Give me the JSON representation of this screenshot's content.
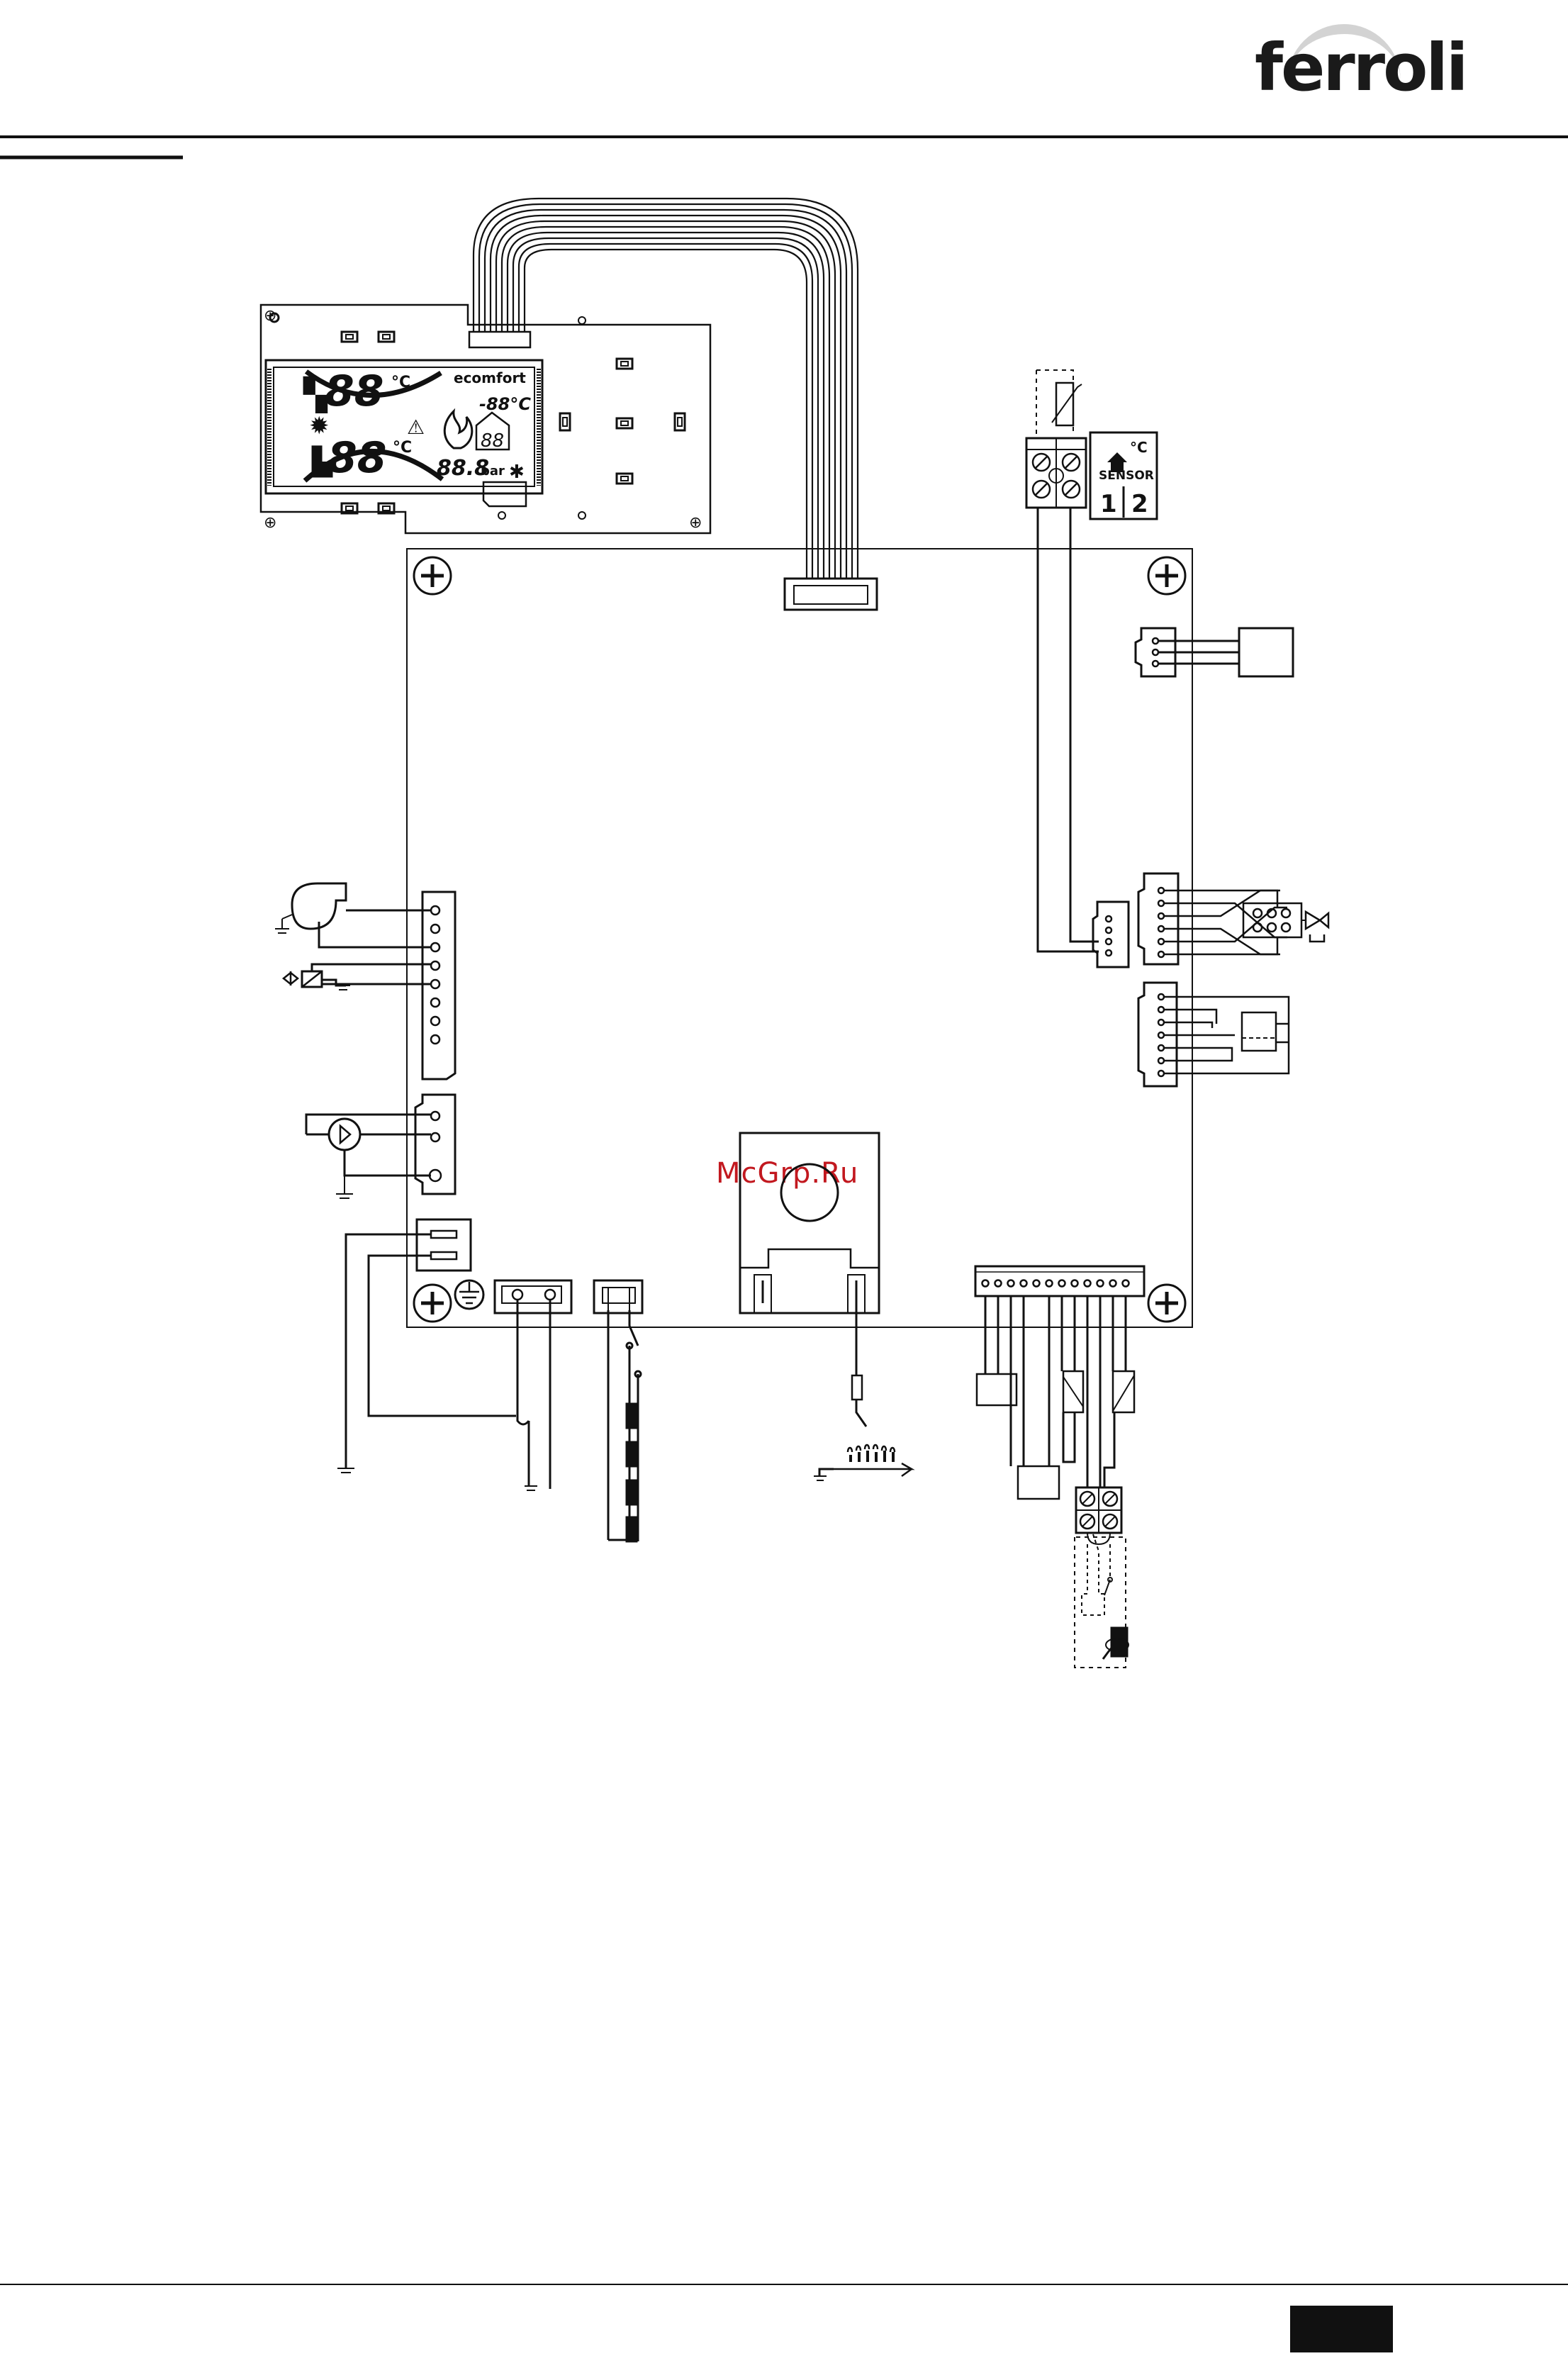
{
  "brand": {
    "logo_text": "ferroli"
  },
  "watermark": {
    "text": "McGrp.Ru"
  },
  "display": {
    "digits_top": "88",
    "digits_bottom": "88",
    "unit_c": "°C",
    "brand_label": "ecomfort",
    "small_temp": "-88°C",
    "pressure_digits": "88.8",
    "pressure_unit": "bar"
  },
  "sensor_block": {
    "label": "SENSOR",
    "unit": "°C",
    "terminal_1": "1",
    "terminal_2": "2"
  }
}
